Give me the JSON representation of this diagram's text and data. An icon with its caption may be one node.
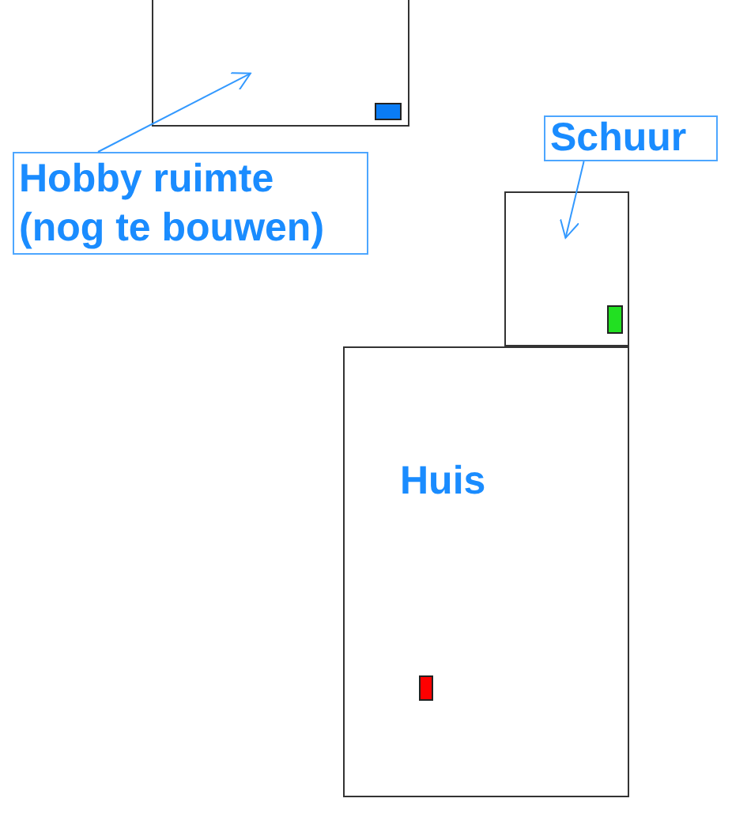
{
  "diagram": {
    "nodes": [
      {
        "text": [],
        "shape": "box"
      },
      {
        "text": [
          "Hobby ruimte (nog te bouwen)"
        ]
      },
      {
        "text": [],
        "shape": "box"
      },
      {
        "text": [
          "Schuur"
        ]
      },
      {
        "text": [
          "Huis"
        ]
      }
    ],
    "edges": [
      {
        "from": 1,
        "to": 0,
        "arrow": "to"
      },
      {
        "from": 3,
        "to": 2,
        "arrow": "to"
      }
    ]
  }
}
